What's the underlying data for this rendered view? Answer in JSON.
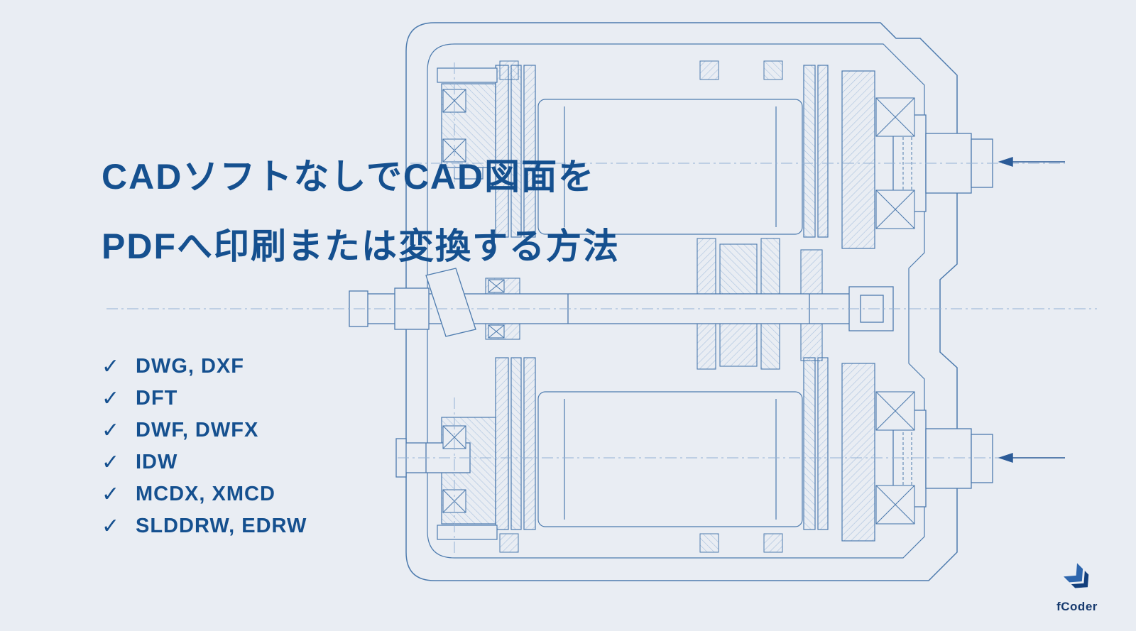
{
  "title": {
    "line1": "CADソフトなしでCAD図面を",
    "line2": "PDFへ印刷または変換する方法"
  },
  "features": {
    "check_glyph": "✓",
    "items": [
      {
        "label": "DWG, DXF"
      },
      {
        "label": "DFT"
      },
      {
        "label": "DWF, DWFX"
      },
      {
        "label": "IDW"
      },
      {
        "label": "MCDX, XMCD"
      },
      {
        "label": "SLDDRW, EDRW"
      }
    ]
  },
  "logo": {
    "text": "fCoder"
  },
  "drawing": {
    "name": "cad-gearbox-cross-section"
  },
  "colors": {
    "background": "#e9edf3",
    "accent_text": "#15508f",
    "drawing_line": "#4d7bae",
    "hatch_line": "#a9c1de",
    "centerline": "#93b1d4",
    "arrow": "#2b5b97"
  }
}
